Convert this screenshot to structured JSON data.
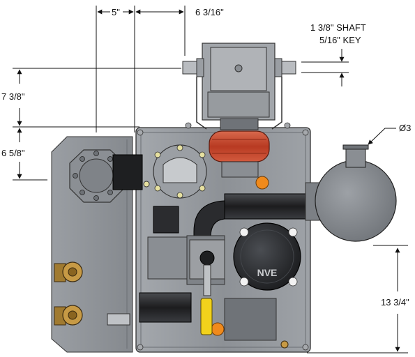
{
  "dimensions": {
    "top_left": "5\"",
    "top_right": "6 3/16\"",
    "shaft_line1": "1 3/8\" SHAFT",
    "shaft_line2": "5/16\" KEY",
    "left_upper": "7 3/8\"",
    "left_lower": "6 5/8\"",
    "pipe_diameter": "Ø3",
    "right_height": "13 3/4\""
  },
  "labels": {
    "brand": "NVE"
  },
  "colors": {
    "body": "#8f9398",
    "body_dark": "#5c6066",
    "black": "#1c1c1e",
    "coupling_red": "#c8452a",
    "brass": "#b58a3a",
    "orange": "#f08a1c",
    "yellow": "#f2d21c"
  }
}
